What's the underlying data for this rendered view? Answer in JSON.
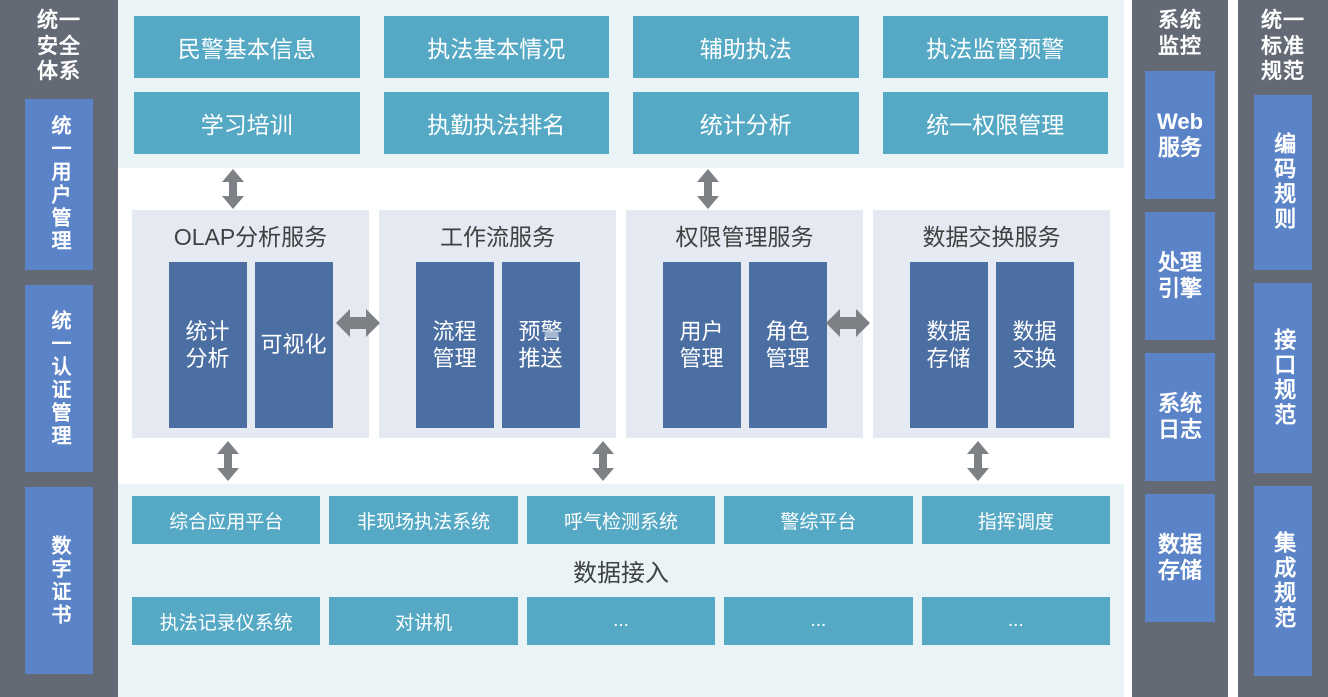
{
  "left_sidebar": {
    "title": "统一安全体系",
    "items": [
      {
        "label": "统一用户管理"
      },
      {
        "label": "统一认证管理"
      },
      {
        "label": "数字证书"
      }
    ]
  },
  "application_layer": {
    "rows": [
      [
        {
          "label": "民警基本信息"
        },
        {
          "label": "执法基本情况"
        },
        {
          "label": "辅助执法"
        },
        {
          "label": "执法监督预警"
        }
      ],
      [
        {
          "label": "学习培训"
        },
        {
          "label": "执勤执法排名"
        },
        {
          "label": "统计分析"
        },
        {
          "label": "统一权限管理"
        }
      ]
    ]
  },
  "service_layer": {
    "panels": [
      {
        "title": "OLAP分析服务",
        "boxes": [
          {
            "label": "统计分析"
          },
          {
            "label": "可视化"
          }
        ]
      },
      {
        "title": "工作流服务",
        "boxes": [
          {
            "label": "流程管理"
          },
          {
            "label": "预警推送"
          }
        ]
      },
      {
        "title": "权限管理服务",
        "boxes": [
          {
            "label": "用户管理"
          },
          {
            "label": "角色管理"
          }
        ]
      },
      {
        "title": "数据交换服务",
        "boxes": [
          {
            "label": "数据存储"
          },
          {
            "label": "数据交换"
          }
        ]
      }
    ]
  },
  "data_layer": {
    "middle_label": "数据接入",
    "row1": [
      {
        "label": "综合应用平台"
      },
      {
        "label": "非现场执法系统"
      },
      {
        "label": "呼气检测系统"
      },
      {
        "label": "警综平台"
      },
      {
        "label": "指挥调度"
      }
    ],
    "row2": [
      {
        "label": "执法记录仪系统"
      },
      {
        "label": "对讲机"
      },
      {
        "label": "..."
      },
      {
        "label": "..."
      },
      {
        "label": "..."
      }
    ]
  },
  "system_monitor": {
    "title": "系统监控",
    "items": [
      {
        "label": "Web服务"
      },
      {
        "label": "处理引擎"
      },
      {
        "label": "系统日志"
      },
      {
        "label": "数据存储"
      }
    ]
  },
  "standard_spec": {
    "title": "统一标准规范",
    "items": [
      {
        "label": "编码规则"
      },
      {
        "label": "接口规范"
      },
      {
        "label": "集成规范"
      }
    ]
  },
  "colors": {
    "sidebar_bg": "#646a75",
    "sidebar_box": "#5b84c8",
    "layer_bg": "#eaf3f6",
    "teal_box": "#55a9c5",
    "service_panel_bg": "#e4e9f2",
    "service_box": "#4c6fa3",
    "arrow": "#7d8084"
  }
}
